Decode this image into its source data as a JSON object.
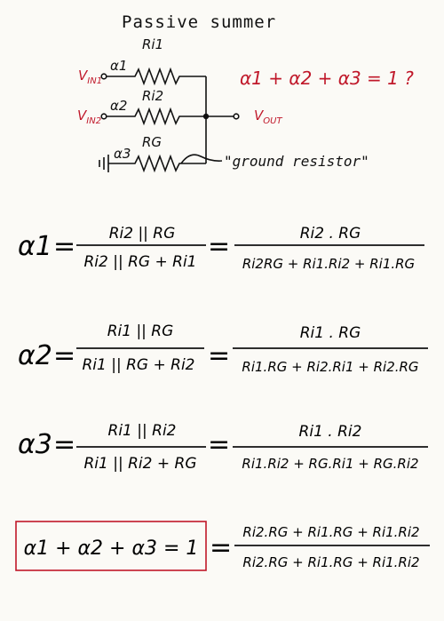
{
  "title": "Passive summer",
  "circuit": {
    "inputs": [
      "V",
      "V"
    ],
    "input_subscripts": [
      "IN1",
      "IN2"
    ],
    "output": "V",
    "output_subscript": "OUT",
    "resistors": [
      "Ri1",
      "Ri2",
      "RG"
    ],
    "alphas": [
      "α1",
      "α2",
      "α3"
    ],
    "ground_note": "\"ground resistor\"",
    "question": "α1 + α2 + α3 = 1 ?"
  },
  "equations": [
    {
      "lhs": "α1",
      "num1": "Ri2 || RG",
      "den1": "Ri2 || RG + Ri1",
      "num2": "Ri2 . RG",
      "den2": "Ri2RG + Ri1.Ri2 + Ri1.RG"
    },
    {
      "lhs": "α2",
      "num1": "Ri1 || RG",
      "den1": "Ri1 || RG + Ri2",
      "num2": "Ri1 . RG",
      "den2": "Ri1.RG + Ri2.Ri1 + Ri2.RG"
    },
    {
      "lhs": "α3",
      "num1": "Ri1 || Ri2",
      "den1": "Ri1 || Ri2 + RG",
      "num2": "Ri1 . Ri2",
      "den2": "Ri1.Ri2 + RG.Ri1 + RG.Ri2"
    }
  ],
  "final": {
    "boxed": "α1 + α2 + α3 = 1",
    "num": "Ri2.RG + Ri1.RG + Ri1.Ri2",
    "den": "Ri2.RG + Ri1.RG + Ri1.Ri2"
  },
  "colors": {
    "ink": "#111111",
    "red": "#c0182a",
    "paper": "#fbfaf6"
  }
}
